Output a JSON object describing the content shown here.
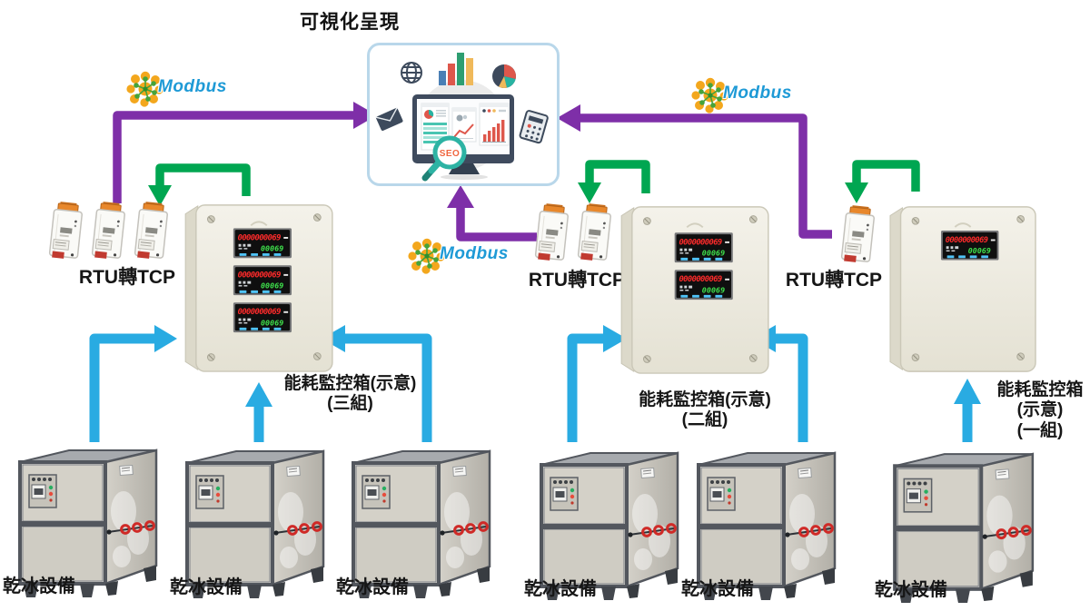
{
  "title": "可視化呈現",
  "viz": {
    "badge": "SEO"
  },
  "modbus": {
    "label": "Modbus"
  },
  "rtu": {
    "label": "RTU轉TCP"
  },
  "meter": {
    "top_value": "0000000069",
    "bottom_value": "00069"
  },
  "cabinets": [
    {
      "label_line1": "能耗監控箱(示意)",
      "label_line2": "(三組)",
      "meter_count": 3
    },
    {
      "label_line1": "能耗監控箱(示意)",
      "label_line2": "(二組)",
      "meter_count": 2
    },
    {
      "label_line1": "能耗監控箱",
      "label_line2": "(示意)",
      "label_line3": "(一組)",
      "meter_count": 1
    }
  ],
  "machines": [
    {
      "label": "乾冰設備"
    },
    {
      "label": "乾冰設備"
    },
    {
      "label": "乾冰設備"
    },
    {
      "label": "乾冰設備"
    },
    {
      "label": "乾冰設備"
    },
    {
      "label": "乾冰設備"
    }
  ],
  "colors": {
    "modbus_link_purple": "#7e2fa8",
    "tcp_link_green": "#00a651",
    "device_link_cyan": "#29abe2",
    "modbus_text_blue": "#1e9ad6",
    "viz_border_blue": "#b9d7ea"
  }
}
